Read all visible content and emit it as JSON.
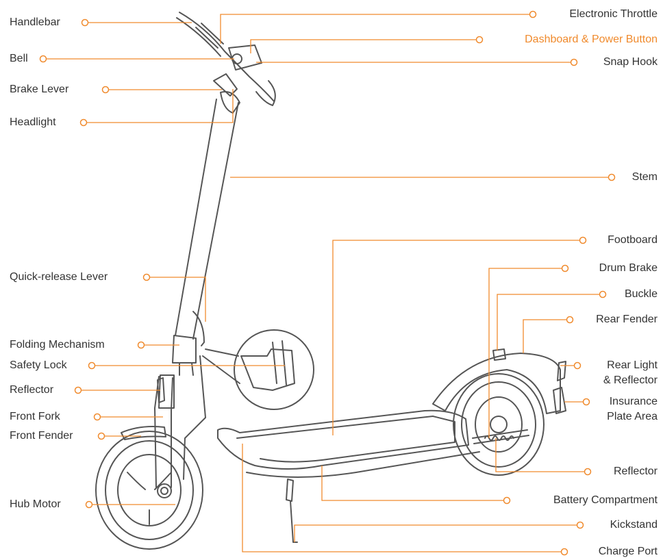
{
  "colors": {
    "accent": "#f08a2c",
    "text": "#333333",
    "drawing": "#555555"
  },
  "diagram": {
    "subject": "electric scooter",
    "labels_left": {
      "handlebar": "Handlebar",
      "bell": "Bell",
      "brake_lever": "Brake Lever",
      "headlight": "Headlight",
      "quick_release_lever": "Quick-release Lever",
      "folding_mechanism": "Folding Mechanism",
      "safety_lock": "Safety Lock",
      "reflector_front": "Reflector",
      "front_fork": "Front Fork",
      "front_fender": "Front Fender",
      "hub_motor": "Hub Motor"
    },
    "labels_right": {
      "electronic_throttle": "Electronic Throttle",
      "dashboard_power_button": "Dashboard & Power Button",
      "snap_hook": "Snap Hook",
      "stem": "Stem",
      "footboard": "Footboard",
      "drum_brake": "Drum Brake",
      "buckle": "Buckle",
      "rear_fender": "Rear Fender",
      "rear_light_line1": "Rear Light",
      "rear_light_line2": "& Reflector",
      "insurance_line1": "Insurance",
      "insurance_line2": "Plate Area",
      "reflector_rear": "Reflector",
      "battery_compartment": "Battery Compartment",
      "kickstand": "Kickstand",
      "charge_port": "Charge Port"
    },
    "highlighted_label": "dashboard_power_button"
  }
}
